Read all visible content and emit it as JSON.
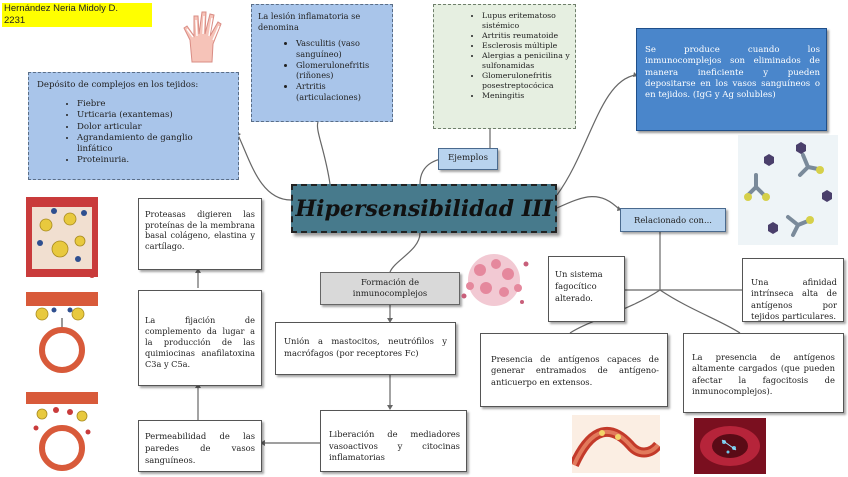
{
  "author": {
    "line1": "Hernández Neria Midoly D.",
    "line2": "2231"
  },
  "title": "Hipersensibilidad III",
  "deposito": {
    "heading": "Depósito de complejos en los tejidos:",
    "items": [
      "Fiebre",
      "Urticaria (exantemas)",
      "Dolor articular",
      "Agrandamiento de ganglio linfático",
      "Proteinuria."
    ]
  },
  "lesion": {
    "heading": "La lesión inflamatoria se denomina",
    "items": [
      "Vasculitis (vaso sanguíneo)",
      "Glomerulonefritis (riñones)",
      "Artritis (articulaciones)"
    ]
  },
  "ejemplos_list": {
    "items": [
      "Lupus eritematoso sistémico",
      "Artritis reumatoide",
      "Esclerosis múltiple",
      "Alergias a penicilina y sulfonamidas",
      "Glomerulonefritis posestreptocócica",
      "Meningitis"
    ]
  },
  "ejemplos_label": "Ejemplos",
  "se_produce": "Se produce cuando los inmunocomplejos son eliminados de manera ineficiente y pueden depositarse en los vasos sanguíneos o en tejidos. (IgG y Ag solubles)",
  "relacionado": "Relacionado con...",
  "sistema": "Un sistema fagocítico alterado.",
  "afinidad": "Una afinidad intrínseca alta de antígenos por tejidos particulares.",
  "presencia_capaces": "Presencia de antígenos capaces de generar entramados de antígeno-anticuerpo en extensos.",
  "presencia_cargados": "La presencia de antígenos altamente cargados (que pueden afectar la fagocitosis de inmunocomplejos).",
  "formacion": "Formación de inmunocomplejos",
  "union": "Unión a mastocitos, neutrófilos y macrófagos (por receptores Fc)",
  "liberacion": "Liberación de mediadores vasoactivos y citocinas inflamatorias",
  "permeabilidad": "Permeabilidad de las paredes de vasos sanguíneos.",
  "fijacion": "La fijación de complemento da lugar a la producción de las quimiocinas anafilatoxina C3a y C5a.",
  "proteasas": "Proteasas digieren las proteínas de la membrana basal colágeno, elastina y cartílago.",
  "icons": [
    "hand-xray-icon",
    "blood-cells-icon",
    "antibody-icon",
    "vessel-deposit-icon",
    "artery-icon",
    "vessel-inflammation-icon"
  ],
  "colors": {
    "title_bg": "#477a8c",
    "accent_blue": "#4a86cb",
    "light_blue": "#a9c5ea"
  }
}
